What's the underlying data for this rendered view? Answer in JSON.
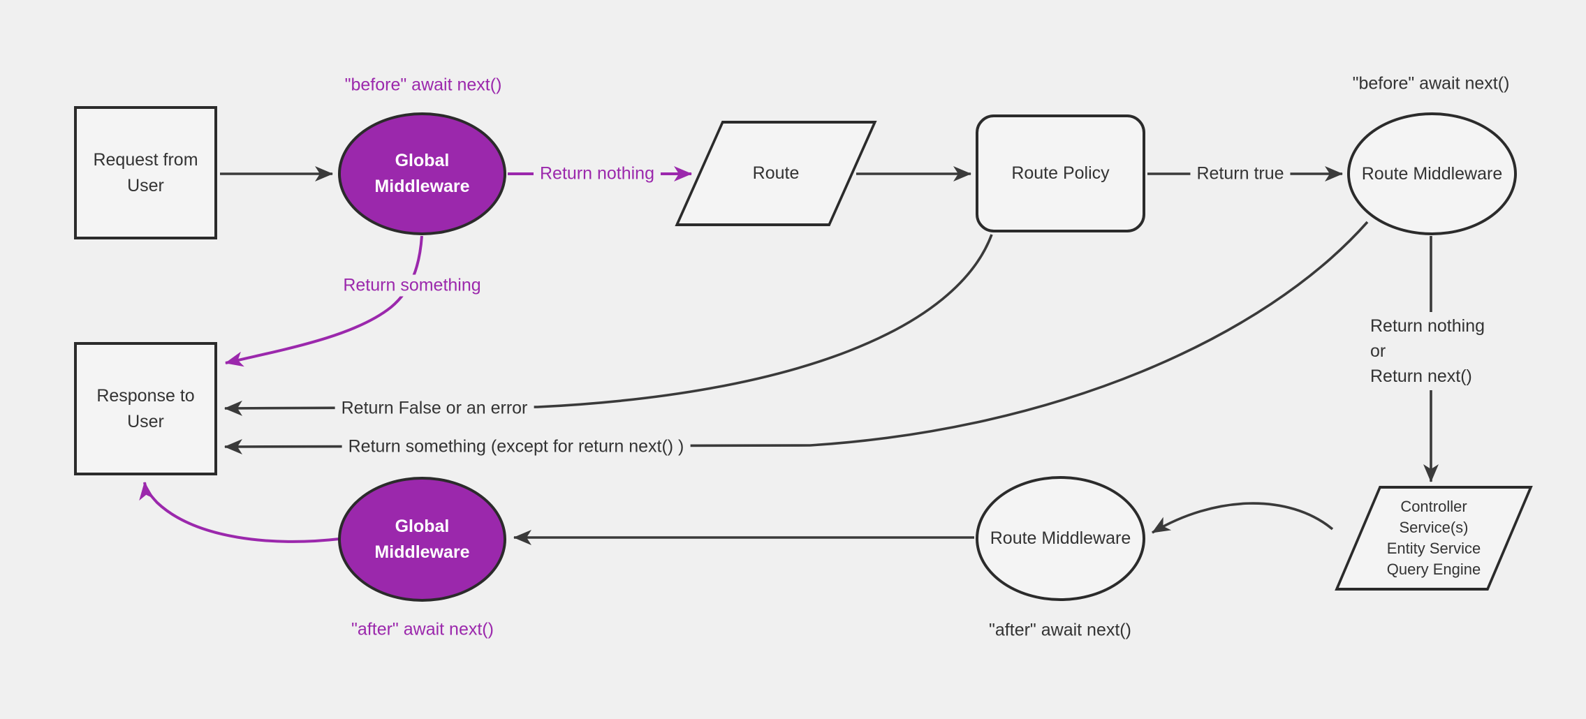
{
  "colors": {
    "background": "#f0f0f0",
    "node_fill": "#f4f4f4",
    "node_border": "#2b2b2b",
    "edge_stroke": "#3a3a3a",
    "purple": "#9b28ac",
    "text": "#333333",
    "text_on_purple": "#ffffff"
  },
  "nodes": {
    "request": {
      "label": "Request from User"
    },
    "global_middleware_top": {
      "label": "Global Middleware"
    },
    "route": {
      "label": "Route"
    },
    "route_policy": {
      "label": "Route Policy"
    },
    "route_middleware_top": {
      "label": "Route Middleware"
    },
    "controller": {
      "lines": [
        "Controller",
        "Service(s)",
        "Entity Service",
        "Query Engine"
      ]
    },
    "route_middleware_bottom": {
      "label": "Route Middleware"
    },
    "global_middleware_bottom": {
      "label": "Global Middleware"
    },
    "response": {
      "label": "Response to User"
    }
  },
  "annotations": {
    "before_global": "\"before\" await next()",
    "before_route": "\"before\" await next()",
    "after_route": "\"after\" await next()",
    "after_global": "\"after\" await next()"
  },
  "edge_labels": {
    "return_nothing": "Return nothing",
    "return_true": "Return true",
    "return_something": "Return something",
    "return_false_or_error": "Return False or an error",
    "return_something_except": "Return something (except for return next() )",
    "return_nothing_or": {
      "lines": [
        "Return nothing",
        "or",
        "Return next()"
      ]
    }
  }
}
